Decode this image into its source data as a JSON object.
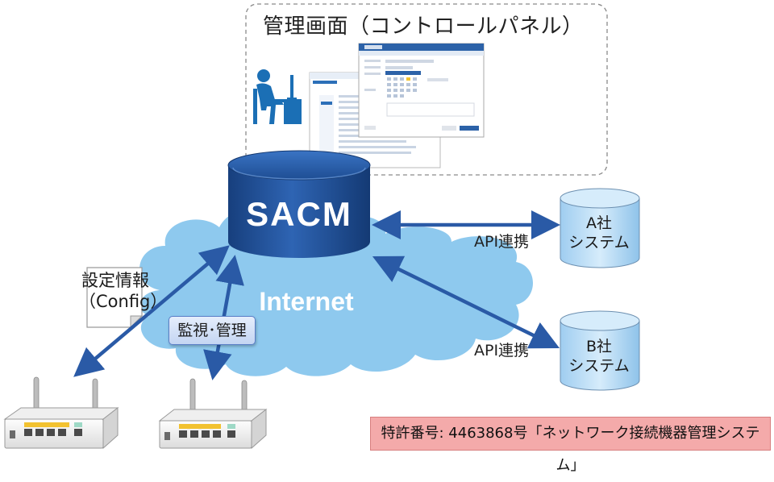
{
  "panel": {
    "title": "管理画面（コントロールパネル）"
  },
  "sacm": {
    "label": "SACM"
  },
  "cloud": {
    "label": "Internet"
  },
  "config": {
    "line1": "設定情報",
    "line2": "（Config）"
  },
  "monitor": {
    "label": "監視･管理"
  },
  "api": {
    "label_a": "API連携",
    "label_b": "API連携"
  },
  "systems": {
    "a": {
      "line1": "A社",
      "line2": "システム"
    },
    "b": {
      "line1": "B社",
      "line2": "システム"
    }
  },
  "patent": {
    "text": "特許番号: 4463868号「ネットワーク接続機器管理システム」"
  },
  "colors": {
    "sacm_blue": "#1c4f96",
    "cloud": "#8ec9ee",
    "arrow": "#2a5aa6",
    "patent_bg": "#f4aaaa",
    "person": "#1b6fb5"
  }
}
